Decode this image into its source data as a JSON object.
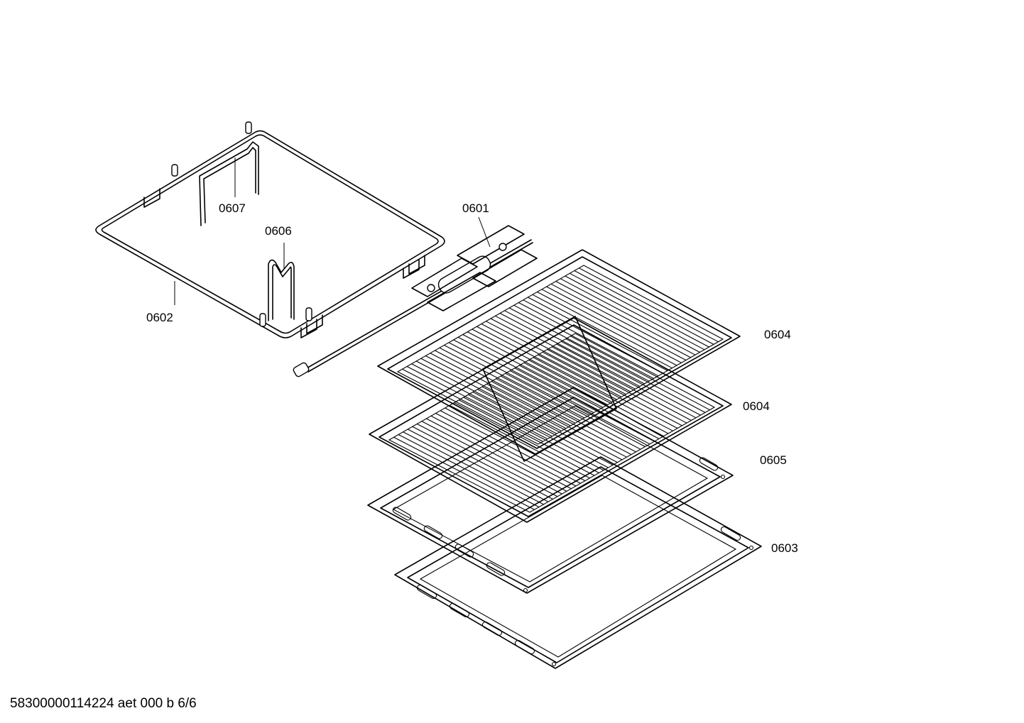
{
  "parts": [
    {
      "id": "p0601",
      "number": "0601"
    },
    {
      "id": "p0602",
      "number": "0602"
    },
    {
      "id": "p0603",
      "number": "0603"
    },
    {
      "id": "p0604a",
      "number": "0604"
    },
    {
      "id": "p0604b",
      "number": "0604"
    },
    {
      "id": "p0605",
      "number": "0605"
    },
    {
      "id": "p0606",
      "number": "0606"
    },
    {
      "id": "p0607",
      "number": "0607"
    }
  ],
  "footer": {
    "code": "58300000114224 aet 000 b 6/6"
  }
}
